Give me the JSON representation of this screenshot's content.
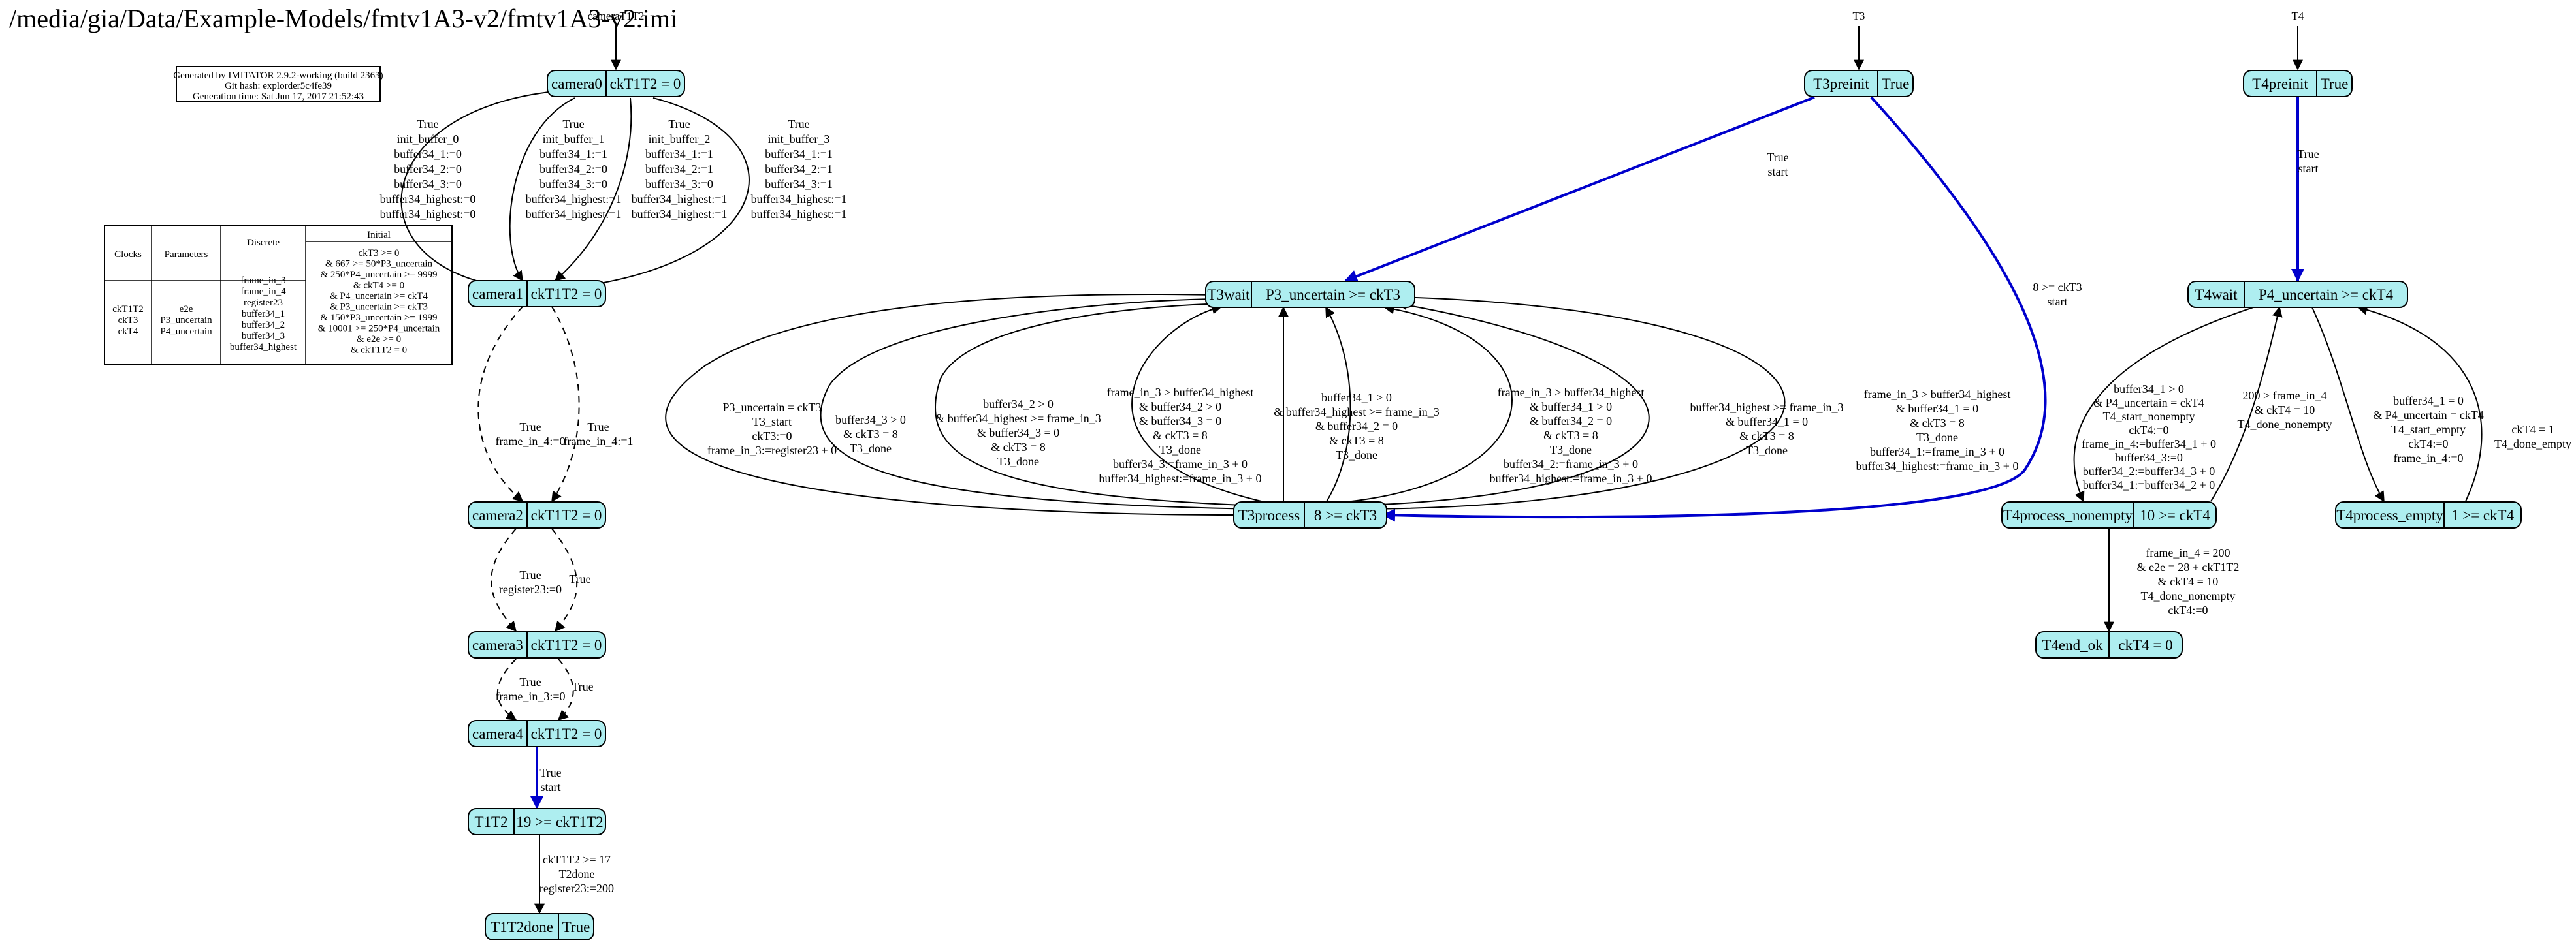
{
  "title": "/media/gia/Data/Example-Models/fmtv1A3-v2/fmtv1A3-v2.imi",
  "info_box": [
    "Generated by IMITATOR 2.9.2-working (build 2363)",
    "Git hash: explorder5c4fe39",
    "Generation time: Sat Jun 17, 2017 21:52:43"
  ],
  "automaton_labels": {
    "camera": "cameraT1T2",
    "t3": "T3",
    "t4": "T4"
  },
  "table": {
    "headers": [
      "Clocks",
      "Parameters",
      "Discrete",
      "Initial"
    ],
    "clocks": [
      "ckT1T2",
      "ckT3",
      "ckT4"
    ],
    "parameters": [
      "e2e",
      "P3_uncertain",
      "P4_uncertain"
    ],
    "discrete": [
      "frame_in_3",
      "frame_in_4",
      "register23",
      "buffer34_1",
      "buffer34_2",
      "buffer34_3",
      "buffer34_highest"
    ],
    "initial": [
      "ckT3 >= 0",
      "& 667 >= 50*P3_uncertain",
      "& 250*P4_uncertain >= 9999",
      "& ckT4 >= 0",
      "& P4_uncertain >= ckT4",
      "& P3_uncertain >= ckT3",
      "& 150*P3_uncertain >= 1999",
      "& 10001 >= 250*P4_uncertain",
      "& e2e >= 0",
      "& ckT1T2 = 0"
    ]
  },
  "nodes": {
    "camera0": [
      "camera0",
      "ckT1T2 = 0"
    ],
    "camera1": [
      "camera1",
      "ckT1T2 = 0"
    ],
    "camera2": [
      "camera2",
      "ckT1T2 = 0"
    ],
    "camera3": [
      "camera3",
      "ckT1T2 = 0"
    ],
    "camera4": [
      "camera4",
      "ckT1T2 = 0"
    ],
    "T1T2": [
      "T1T2",
      "19 >= ckT1T2"
    ],
    "T1T2done": [
      "T1T2done",
      "True"
    ],
    "T3preinit": [
      "T3preinit",
      "True"
    ],
    "T3wait": [
      "T3wait",
      "P3_uncertain >= ckT3"
    ],
    "T3process": [
      "T3process",
      "8 >= ckT3"
    ],
    "T4preinit": [
      "T4preinit",
      "True"
    ],
    "T4wait": [
      "T4wait",
      "P4_uncertain >= ckT4"
    ],
    "T4process_nonempty": [
      "T4process_nonempty",
      "10 >= ckT4"
    ],
    "T4process_empty": [
      "T4process_empty",
      "1 >= ckT4"
    ],
    "T4end_ok": [
      "T4end_ok",
      "ckT4 = 0"
    ]
  },
  "edge_labels": {
    "c0_1": [
      "True",
      "init_buffer_0",
      "buffer34_1:=0",
      "buffer34_2:=0",
      "buffer34_3:=0",
      "buffer34_highest:=0",
      "buffer34_highest:=0"
    ],
    "c0_2": [
      "True",
      "init_buffer_1",
      "buffer34_1:=1",
      "buffer34_2:=0",
      "buffer34_3:=0",
      "buffer34_highest:=1",
      "buffer34_highest:=1"
    ],
    "c0_3": [
      "True",
      "init_buffer_2",
      "buffer34_1:=1",
      "buffer34_2:=1",
      "buffer34_3:=0",
      "buffer34_highest:=1",
      "buffer34_highest:=1"
    ],
    "c0_4": [
      "True",
      "init_buffer_3",
      "buffer34_1:=1",
      "buffer34_2:=1",
      "buffer34_3:=1",
      "buffer34_highest:=1",
      "buffer34_highest:=1"
    ],
    "c1_a": [
      "True",
      "frame_in_4:=0"
    ],
    "c1_b": [
      "True",
      "frame_in_4:=1"
    ],
    "c2_a": [
      "True",
      "register23:=0"
    ],
    "c2_b": [
      "True"
    ],
    "c3_a": [
      "True",
      "frame_in_3:=0"
    ],
    "c3_b": [
      "True"
    ],
    "c4": [
      "True",
      "start"
    ],
    "t1t2": [
      "ckT1T2 >= 17",
      "T2done",
      "register23:=200"
    ],
    "t3pre_wait": [
      "True",
      "start"
    ],
    "t3pre_proc": [
      "8 >= ckT3",
      "start"
    ],
    "t3_l1": [
      "P3_uncertain = ckT3",
      "T3_start",
      "ckT3:=0",
      "frame_in_3:=register23 + 0"
    ],
    "t3_l2": [
      "buffer34_3 > 0",
      "&  ckT3 = 8",
      "T3_done"
    ],
    "t3_l3": [
      "buffer34_2 > 0",
      "& buffer34_highest >= frame_in_3",
      "& buffer34_3 = 0",
      "&  ckT3 = 8",
      "T3_done"
    ],
    "t3_l4": [
      "frame_in_3 > buffer34_highest",
      "& buffer34_2 > 0",
      "& buffer34_3 = 0",
      "&  ckT3 = 8",
      "T3_done",
      "buffer34_3:=frame_in_3 + 0",
      "buffer34_highest:=frame_in_3 + 0"
    ],
    "t3_l5": [
      "buffer34_1 > 0",
      "& buffer34_highest >= frame_in_3",
      "& buffer34_2 = 0",
      "&  ckT3 = 8",
      "T3_done"
    ],
    "t3_l6": [
      "frame_in_3 > buffer34_highest",
      "& buffer34_1 > 0",
      "& buffer34_2 = 0",
      "&  ckT3 = 8",
      "T3_done",
      "buffer34_2:=frame_in_3 + 0",
      "buffer34_highest:=frame_in_3 + 0"
    ],
    "t3_l7": [
      "buffer34_highest >= frame_in_3",
      "& buffer34_1 = 0",
      "&  ckT3 = 8",
      "T3_done"
    ],
    "t3_l8": [
      "frame_in_3 > buffer34_highest",
      "& buffer34_1 = 0",
      "&  ckT3 = 8",
      "T3_done",
      "buffer34_1:=frame_in_3 + 0",
      "buffer34_highest:=frame_in_3 + 0"
    ],
    "t4pre": [
      "True",
      "start"
    ],
    "t4_ne": [
      "buffer34_1 > 0",
      "&  P4_uncertain = ckT4",
      "T4_start_nonempty",
      "ckT4:=0",
      "frame_in_4:=buffer34_1 + 0",
      "buffer34_3:=0",
      "buffer34_2:=buffer34_3 + 0",
      "buffer34_1:=buffer34_2 + 0"
    ],
    "t4_ne_back": [
      "200 > frame_in_4",
      "&  ckT4 = 10",
      "T4_done_nonempty"
    ],
    "t4_e": [
      "buffer34_1 = 0",
      "&  P4_uncertain = ckT4",
      "T4_start_empty",
      "ckT4:=0",
      "frame_in_4:=0"
    ],
    "t4_e_back": [
      "ckT4 = 1",
      "T4_done_empty"
    ],
    "t4_end": [
      "frame_in_4 = 200",
      "&  e2e = 28 + ckT1T2",
      "& ckT4 = 10",
      "T4_done_nonempty",
      "ckT4:=0"
    ]
  }
}
